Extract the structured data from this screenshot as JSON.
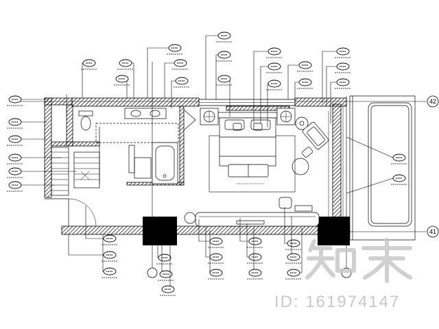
{
  "grid": {
    "label_top": "42",
    "label_bottom": "41"
  },
  "watermark": {
    "brand": "知末",
    "id_text": "ID: 161974147"
  },
  "colors": {
    "line": "#000000",
    "watermark": "#c8c8c8",
    "background": "#ffffff"
  },
  "icons": [
    "grid-bubble",
    "callout-tag",
    "column",
    "bed",
    "bathtub",
    "toilet",
    "lamp",
    "armchair"
  ]
}
